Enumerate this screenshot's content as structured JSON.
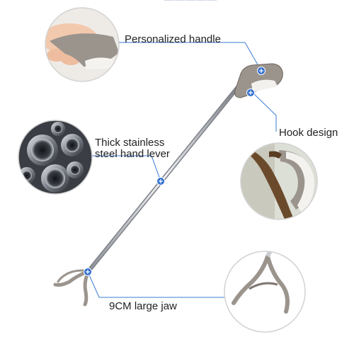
{
  "header_partial": "—————",
  "callouts": {
    "handle": "Personalized handle",
    "hook": "Hook design",
    "lever_line1": "Thick stainless",
    "lever_line2": "steel hand lever",
    "jaw": "9CM large jaw"
  },
  "colors": {
    "callout_line": "#3a7bd5",
    "marker": "#2f6fd0",
    "circle_border": "#cfcfcf",
    "handle_gray": "#9b948d",
    "rod_silver": "#c9ccd0"
  }
}
